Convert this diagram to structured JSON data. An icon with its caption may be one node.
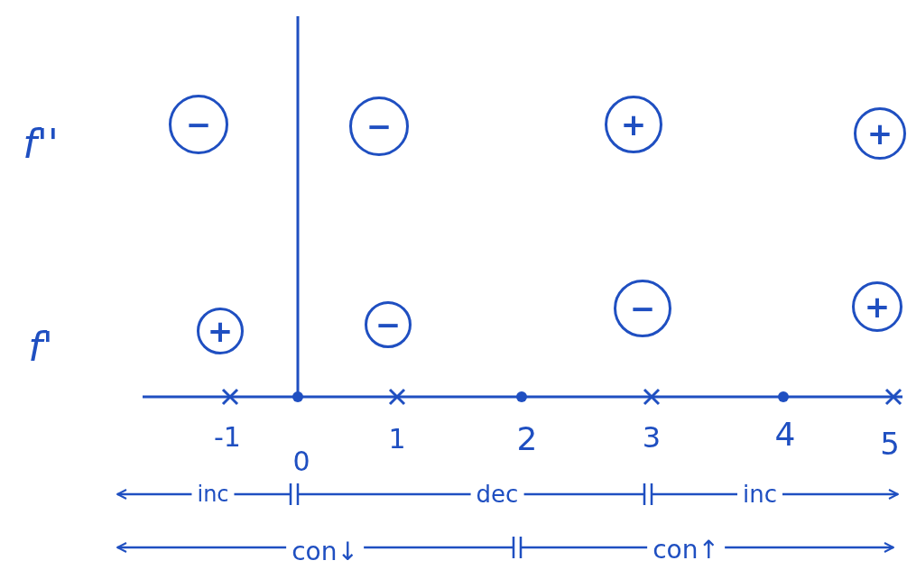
{
  "diagram": {
    "nodes": [
      {
        "text": [
          "−"
        ]
      },
      {
        "text": [
          "−"
        ]
      },
      {
        "text": [
          "+"
        ]
      },
      {
        "text": [
          "+"
        ]
      },
      {
        "text": [
          "+"
        ]
      },
      {
        "text": [
          "−"
        ]
      },
      {
        "text": [
          "−"
        ]
      },
      {
        "text": [
          "+"
        ]
      }
    ],
    "labels": [
      "f''",
      "f'",
      "-1",
      "0",
      "1",
      "2",
      "3",
      "4",
      "5",
      "inc",
      "dec",
      "inc",
      "con↓",
      "con↑"
    ]
  }
}
